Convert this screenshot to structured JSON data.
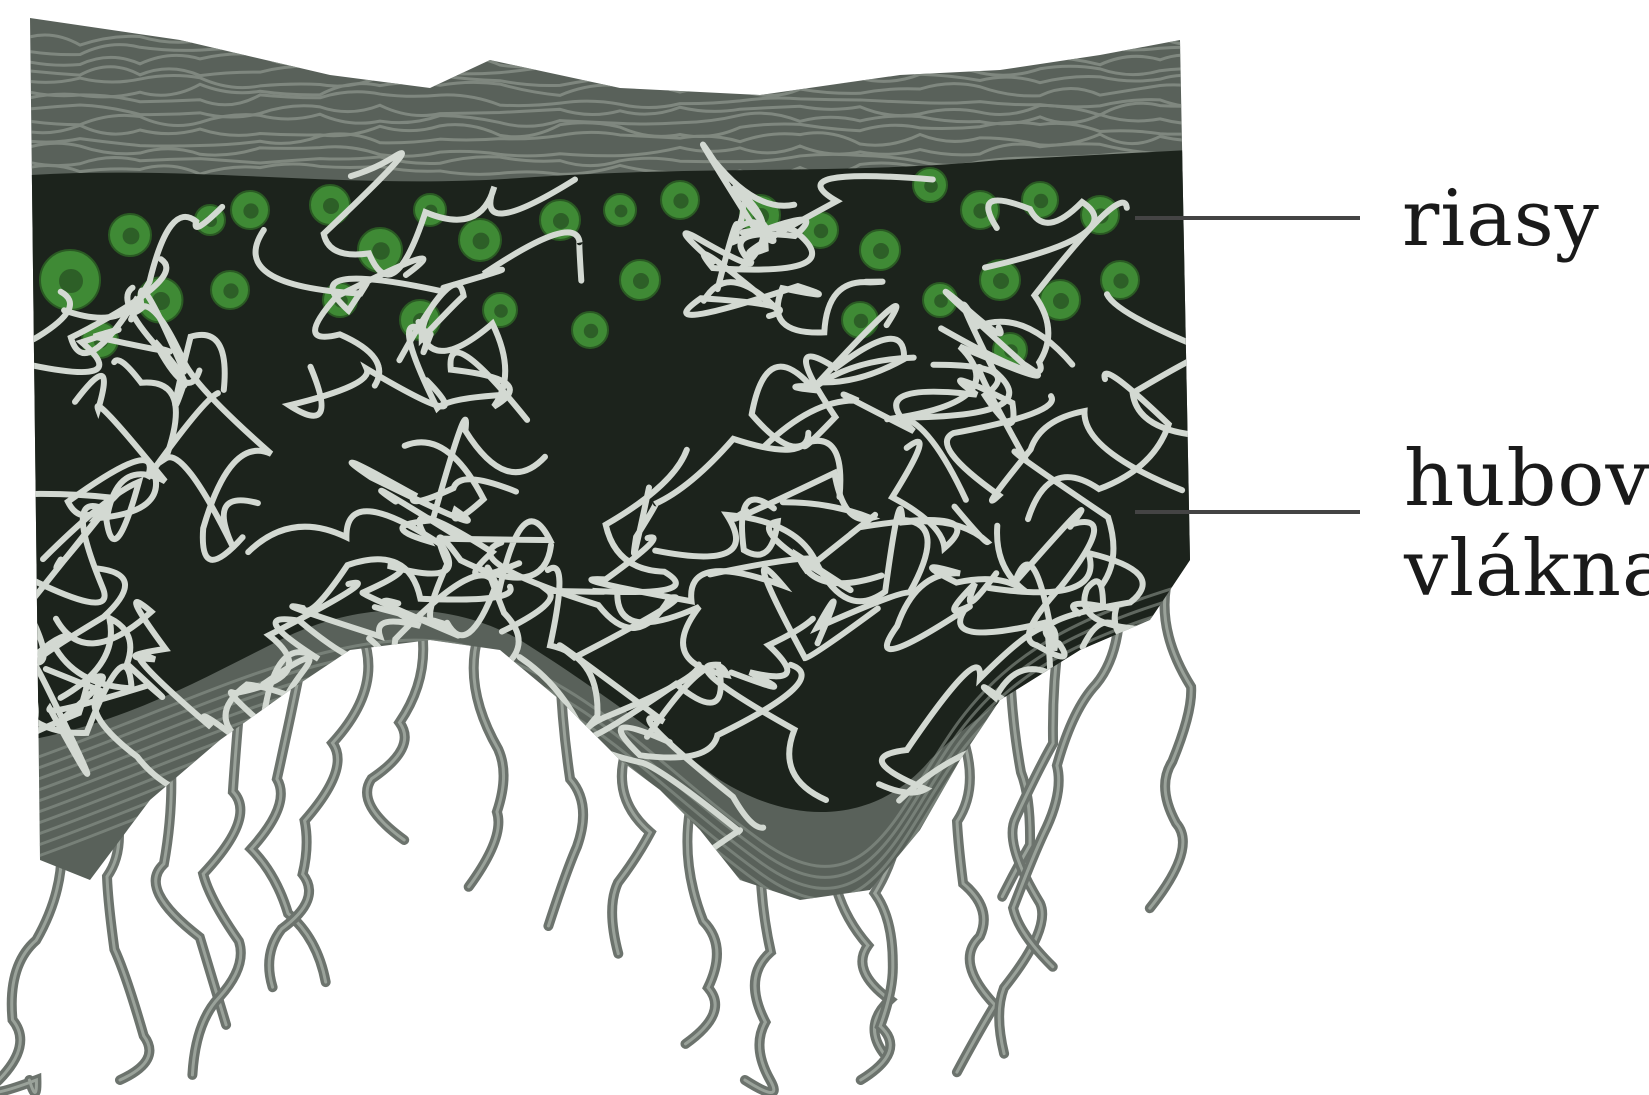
{
  "figure": {
    "labels": {
      "algae": "riasy",
      "fungal_line1": "hubové",
      "fungal_line2": "vlákna"
    }
  },
  "colors": {
    "thallus_dark": "#1c231c",
    "cortex": "#59615a",
    "cortex_stripe": "#8d958c",
    "hypha": "#d3d9d2",
    "rhizine": "#6c736d",
    "algae_cell": "#3f8a35",
    "algae_nucleus": "#1f3d1b",
    "leader_line": "#444444"
  }
}
